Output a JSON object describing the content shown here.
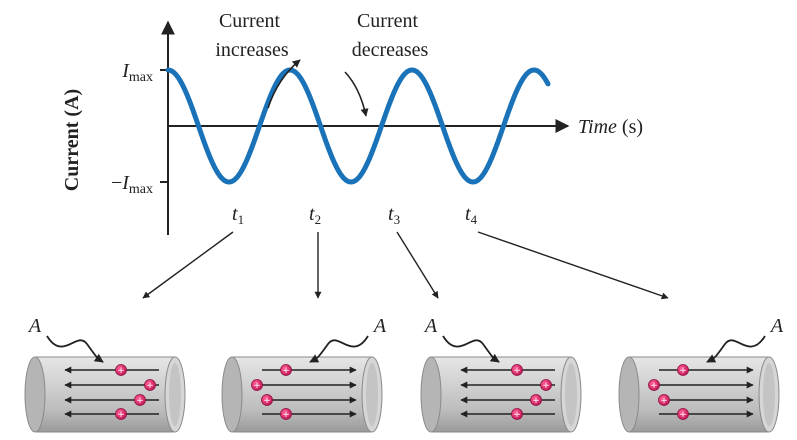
{
  "y_axis_label": "Current (A)",
  "x_axis_label": {
    "main": "Time",
    "unit": "(s)"
  },
  "imax_label": {
    "prefix": "",
    "symbol": "I",
    "sub": "max"
  },
  "neg_imax_label": {
    "prefix": "−",
    "symbol": "I",
    "sub": "max"
  },
  "annotation_increase": {
    "line1": "Current",
    "line2": "increases"
  },
  "annotation_decrease": {
    "line1": "Current",
    "line2": "decreases"
  },
  "time_markers": [
    {
      "symbol": "t",
      "sub": "1"
    },
    {
      "symbol": "t",
      "sub": "2"
    },
    {
      "symbol": "t",
      "sub": "3"
    },
    {
      "symbol": "t",
      "sub": "4"
    }
  ],
  "conductors": [
    {
      "area_label": "A",
      "direction": "left"
    },
    {
      "area_label": "A",
      "direction": "right"
    },
    {
      "area_label": "A",
      "direction": "left"
    },
    {
      "area_label": "A",
      "direction": "right"
    }
  ],
  "colors": {
    "wave": "#1a73b8",
    "charge": "#d81b60",
    "conductor": "#c9c9c9",
    "arrow": "#222222"
  }
}
